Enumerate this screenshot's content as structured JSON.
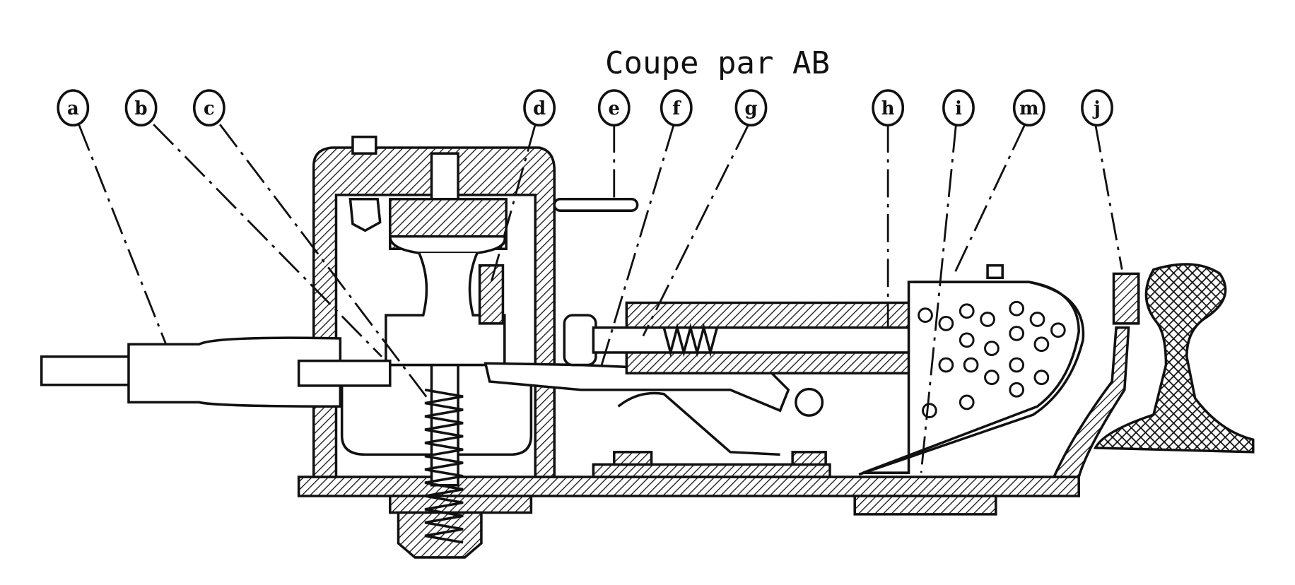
{
  "title": "Coupe par AB",
  "labels": [
    "a",
    "b",
    "c",
    "d",
    "e",
    "f",
    "g",
    "h",
    "i",
    "m",
    "j"
  ],
  "colors": {
    "ink": "#111111",
    "paper": "#ffffff"
  }
}
